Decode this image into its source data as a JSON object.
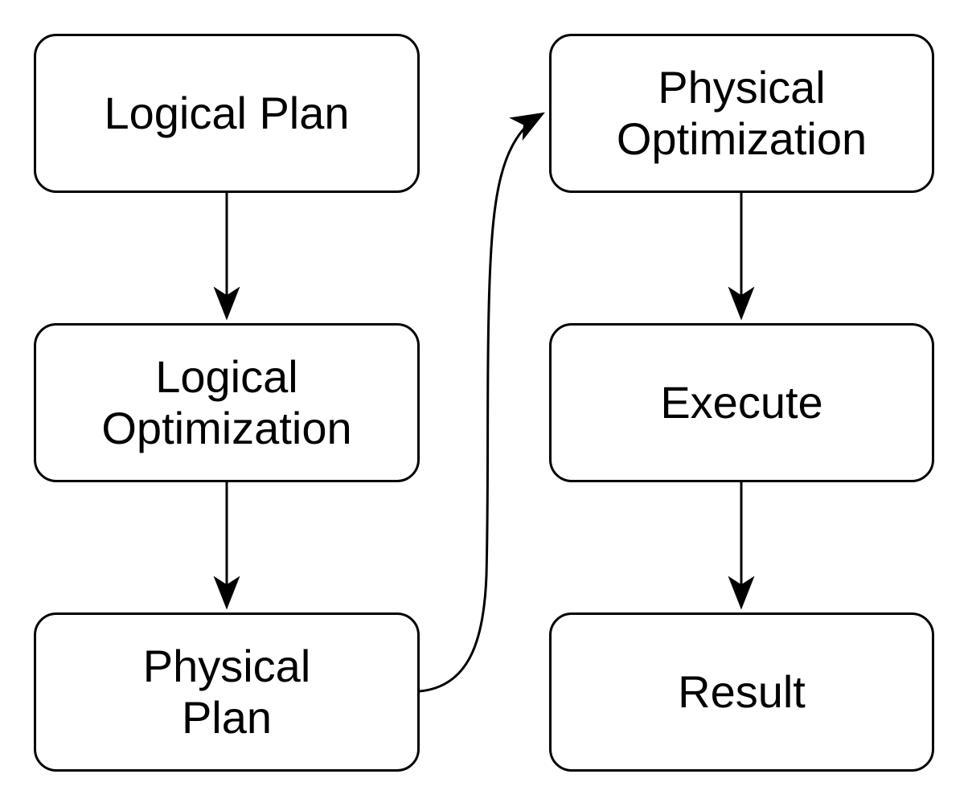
{
  "diagram": {
    "background_color": "#ffffff",
    "stroke_color": "#000000",
    "text_color": "#000000",
    "nodes": [
      {
        "id": "logical-plan",
        "label": "Logical Plan"
      },
      {
        "id": "logical-optimization",
        "label": "Logical\nOptimization"
      },
      {
        "id": "physical-plan",
        "label": "Physical\nPlan"
      },
      {
        "id": "physical-optimization",
        "label": "Physical\nOptimization"
      },
      {
        "id": "execute",
        "label": "Execute"
      },
      {
        "id": "result",
        "label": "Result"
      }
    ],
    "edges": [
      {
        "from": "logical-plan",
        "to": "logical-optimization"
      },
      {
        "from": "logical-optimization",
        "to": "physical-plan"
      },
      {
        "from": "physical-plan",
        "to": "physical-optimization"
      },
      {
        "from": "physical-optimization",
        "to": "execute"
      },
      {
        "from": "execute",
        "to": "result"
      }
    ]
  }
}
